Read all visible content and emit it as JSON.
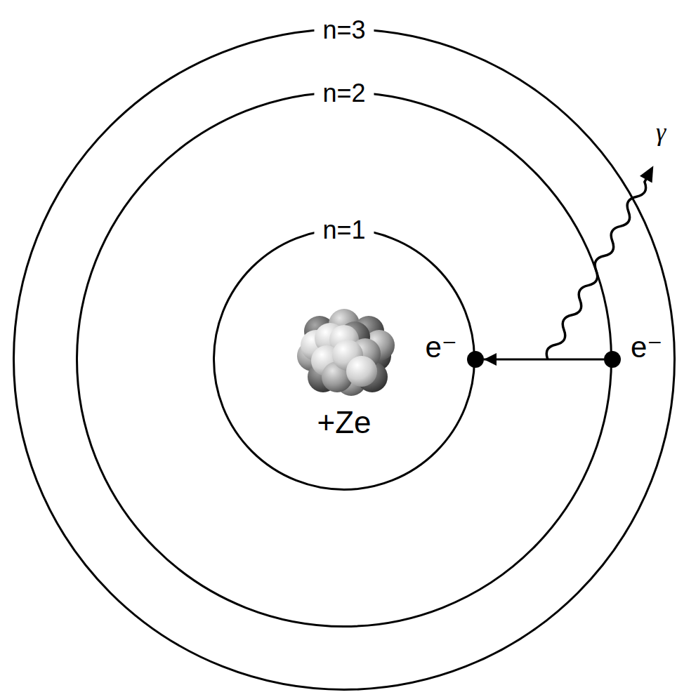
{
  "diagram": {
    "nodes": [
      {
        "text": [
          "n=3"
        ]
      },
      {
        "text": [
          "n=2"
        ],
        "in": 0
      },
      {
        "text": [
          "n=1"
        ],
        "in": 1
      },
      {
        "text": [
          "+Ze"
        ],
        "in": 2
      },
      {
        "text": [
          "e⁻"
        ],
        "in": 1
      },
      {
        "text": [
          "e⁻"
        ],
        "in": 0
      }
    ],
    "edges": [
      {
        "from": 5,
        "to": 4,
        "arrow": "to"
      }
    ],
    "labels": [
      "γ"
    ]
  }
}
